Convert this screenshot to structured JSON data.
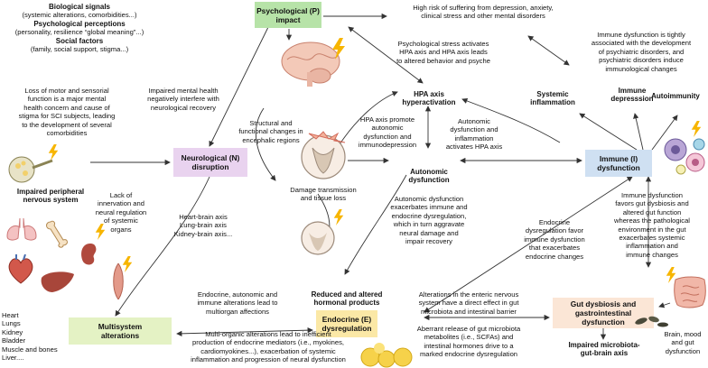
{
  "boxes": {
    "psychological": "Psychological (P)\nimpact",
    "neurological": "Neurological (N)\ndisruption",
    "immune": "Immune (I)\ndysfunction",
    "endocrine": "Endocrine (E)\ndysregulation",
    "gut": "Gut dysbiosis and\ngastrointestinal\ndysfunction",
    "multisystem": "Multisystem\nalterations"
  },
  "headings": {
    "biological_signals": "Biological signals",
    "biological_signals_detail": "(systemic alterations, comorbidities...)",
    "psychological_perceptions": "Psychological perceptions",
    "psychological_perceptions_detail": "(personality, resilience “global meaning”...)",
    "social_factors": "Social factors",
    "social_factors_detail": "(family, social support, stigma...)",
    "hpa_axis": "HPA axis\nhyperactivation",
    "autonomic_dysfunction": "Autonomic\ndysfunction",
    "systemic_inflammation": "Systemic\ninflammation",
    "immune_depression": "Immune\ndepresssion",
    "autoimmunity": "Autoimmunity",
    "impaired_peripheral": "Impaired peripheral\nnervous system",
    "reduced_hormonal": "Reduced and altered\nhormonal products",
    "impaired_microbiota": "Impaired microbiota-\ngut-brain axis"
  },
  "texts": {
    "high_risk": "High risk of suffering from depression, anxiety,\nclinical stress and other mental disorders",
    "psych_stress": "Psychological stress activates\nHPA axis and HPA axis leads\nto altered behavior and psyche",
    "immune_dev": "Immune dysfunction is tightly\nassociated with the development\nof psychiatric disorders, and\npsychiatric disorders induce\nimmunological changes",
    "loss_motor": "Loss of motor and sensorial\nfunction is a major mental\nhealth concern and cause of\nstigma for SCI subjects, leading\nto the development of several\ncomorbidities",
    "impaired_mental": "Impaired mental health\nnegatively interfere with\nneurological recovery",
    "structural": "Structural and\nfunctional changes in\nencephalic regions",
    "hpa_promote": "HPA axis promote\nautonomic\ndysfunction and\nimmunodepression",
    "autonomic_inflam": "Autonomic\ndysfunction and\ninflammation\nactivates HPA axis",
    "damage": "Damage transmission\nand tissue loss",
    "autonomic_exacerbates": "Autonomic dysfunction\nexacerbates immune and\nendocrine dysregulation,\nwhich in turn aggravate\nneural damage and\nimpair recovery",
    "lack_innervation": "Lack of\ninnervation and\nneural regulation\nof systemic\norgans",
    "axes": "Heart-brain axis\nLung-brain axis\nKidney-brain axis...",
    "immune_favors": "Immune dysfunction\nfavors gut dysbiosis and\naltered gut function\nwhereas the pathological\nenvironment in the gut\nexacerbates systemic\ninflammation and\nimmune changes",
    "endocrine_favor": "Endocrine\ndysregulation favor\nimmune dysfunction\nthat exacerbates\nendocrine changes",
    "endocrine_autonomic": "Endocrine, autonomic and\nimmune alterations lead to\nmultiorgan affections",
    "enteric": "Alterations in the enteric nervous\nsystem have a direct effect in gut\nmicrobiota and intestinal barrier",
    "aberrant": "Aberrant release of gut microbiota\nmetabolites (i.e., SCFAs) and\nintestinal hormones drive to a\nmarked endocrine dysregulation",
    "organ_list": "Heart\nLungs\nKidney\nBladder\nMuscle and bones\nLiver....",
    "multi_organic": "Multi-organic alterations lead to inefficient\nproduction of endocrine mediators (i.e., myokines,\ncardiomyokines...), exacerbation of systemic\ninflammation and progression of neural dysfunction",
    "brain_mood": "Brain, mood\nand gut\ndysfunction"
  },
  "icons": [
    "brain-icon",
    "spinal-cord-icon",
    "nerve-icon",
    "lungs-icon",
    "bone-icon",
    "kidney-icon",
    "heart-icon",
    "liver-icon",
    "muscle-icon",
    "immune-cells-icon",
    "intestine-icon",
    "bacteria-icon",
    "hormone-droplets-icon",
    "lightning-icon"
  ],
  "colors": {
    "psych_box": "#b7e3a8",
    "neuro_box": "#e9d3ef",
    "immune_box": "#cfe0f2",
    "endocrine_box": "#fbe8a6",
    "gut_box": "#fbe6d6",
    "multi_box": "#e4f2c4",
    "lightning": "#f7b500"
  }
}
